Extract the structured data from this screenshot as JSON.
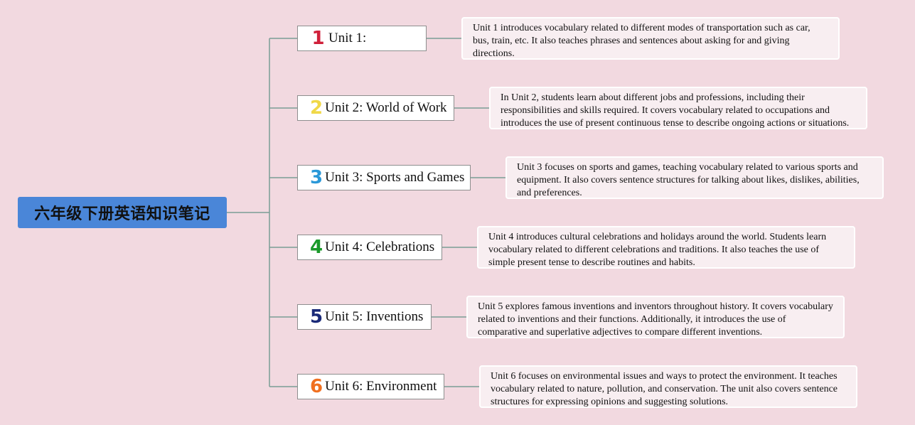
{
  "root": {
    "title": "六年级下册英语知识笔记"
  },
  "colors": {
    "background": "#f2d9e0",
    "root_fill": "#4a86d8",
    "connector": "#7a9e96"
  },
  "units": [
    {
      "number": "1",
      "number_color": "#d0203a",
      "title": "Unit 1:",
      "description": "Unit 1 introduces vocabulary related to different modes of transportation such as car, bus, train, etc. It also teaches phrases and sentences about asking for and giving directions."
    },
    {
      "number": "2",
      "number_color": "#f0d848",
      "title": "Unit 2: World of Work",
      "description": "In Unit 2, students learn about different jobs and professions, including their responsibilities and skills required. It covers vocabulary related to occupations and introduces the use of present continuous tense to describe ongoing actions or situations."
    },
    {
      "number": "3",
      "number_color": "#2a98d8",
      "title": "Unit 3: Sports and Games",
      "description": "Unit 3 focuses on sports and games, teaching vocabulary related to various sports and equipment. It also covers sentence structures for talking about likes, dislikes, abilities, and preferences."
    },
    {
      "number": "4",
      "number_color": "#1a9a2a",
      "title": "Unit 4: Celebrations",
      "description": "Unit 4 introduces cultural celebrations and holidays around the world. Students learn vocabulary related to different celebrations and traditions. It also teaches the use of simple present tense to describe routines and habits."
    },
    {
      "number": "5",
      "number_color": "#1a2a78",
      "title": "Unit 5: Inventions",
      "description": "Unit 5 explores famous inventions and inventors throughout history. It covers vocabulary related to inventions and their functions. Additionally, it introduces the use of comparative and superlative adjectives to compare different inventions."
    },
    {
      "number": "6",
      "number_color": "#f07020",
      "title": "Unit 6: Environment",
      "description": "Unit 6 focuses on environmental issues and ways to protect the environment. It teaches vocabulary related to nature, pollution, and conservation. The unit also covers sentence structures for expressing opinions and suggesting solutions."
    }
  ]
}
